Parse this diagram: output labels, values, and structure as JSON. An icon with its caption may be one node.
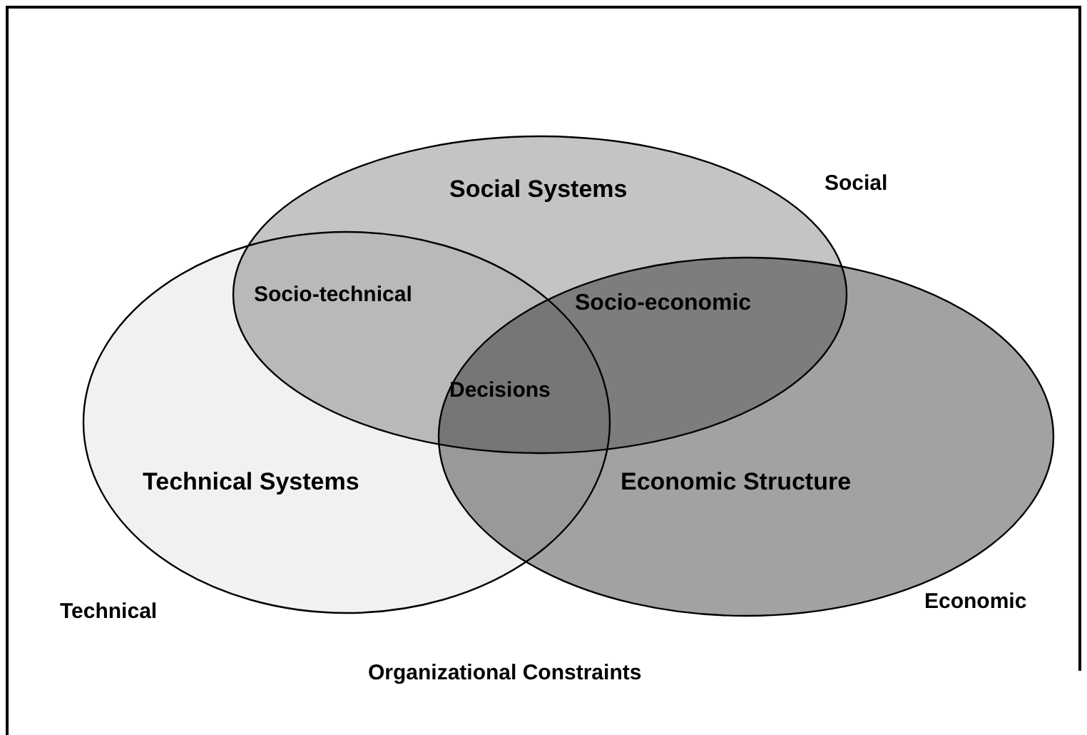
{
  "diagram": {
    "nodes": [
      {
        "text": [
          "Social Systems"
        ]
      },
      {
        "text": [
          "Technical Systems"
        ]
      },
      {
        "text": [
          "Economic Structure"
        ]
      }
    ],
    "labels": [
      "Social",
      "Socio-technical",
      "Socio-economic",
      "Decisions",
      "Economic",
      "Technical",
      "Organizational Constraints"
    ]
  }
}
